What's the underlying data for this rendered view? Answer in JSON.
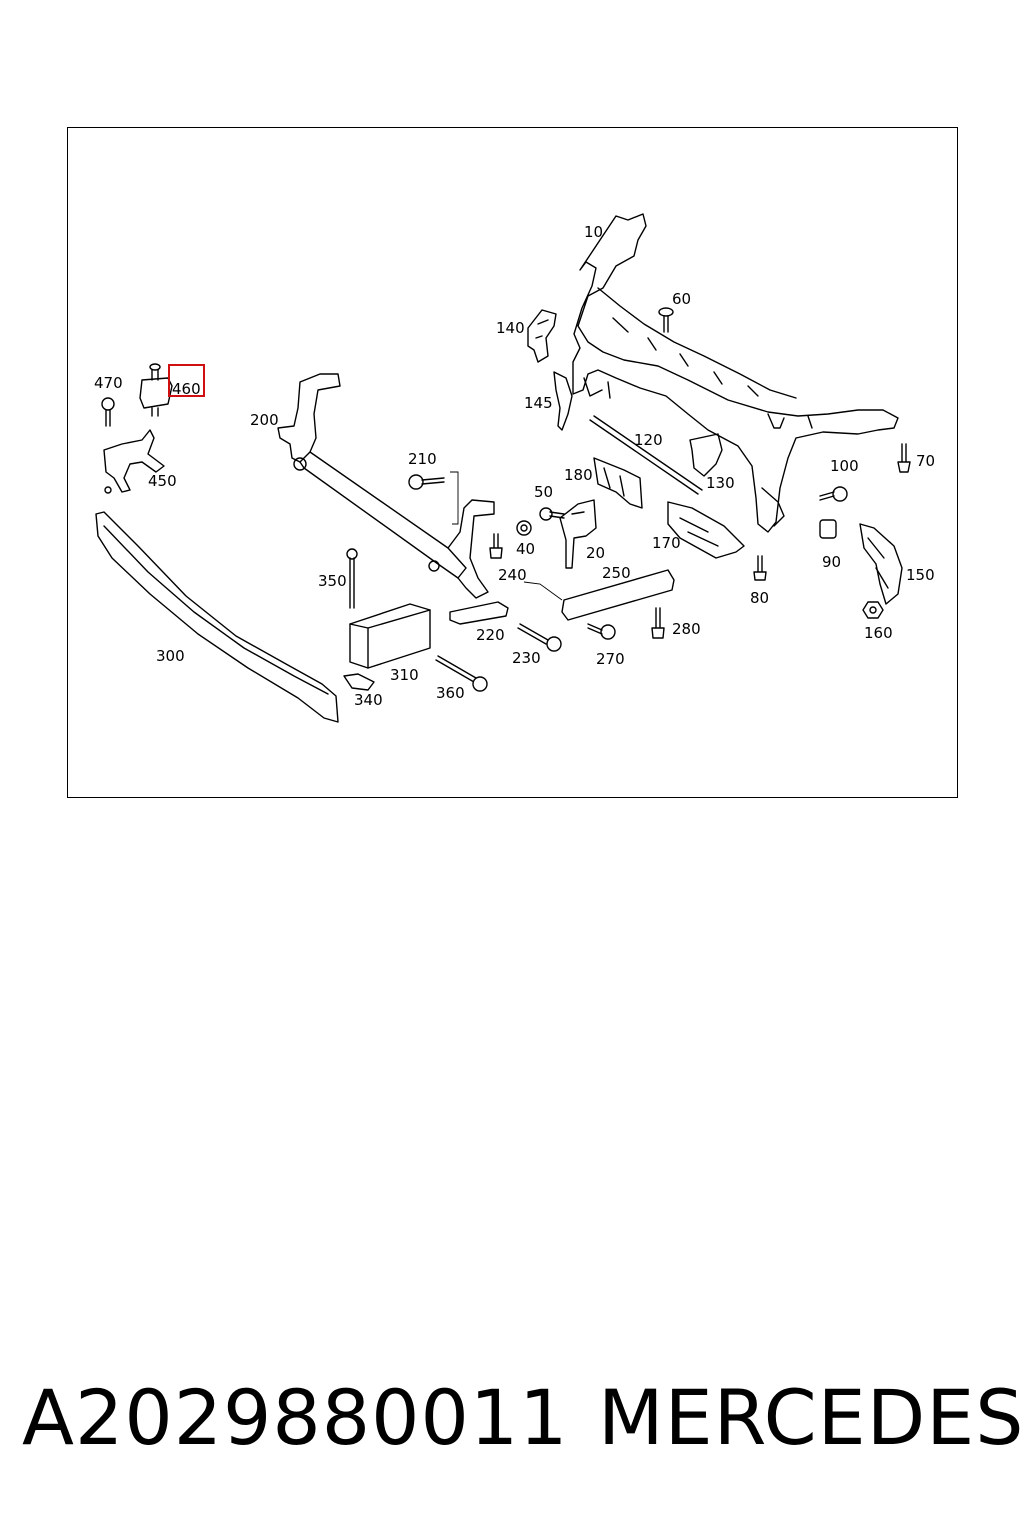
{
  "diagram": {
    "callouts": [
      {
        "id": "10",
        "label": "10"
      },
      {
        "id": "20",
        "label": "20"
      },
      {
        "id": "40",
        "label": "40"
      },
      {
        "id": "50",
        "label": "50"
      },
      {
        "id": "60",
        "label": "60"
      },
      {
        "id": "70",
        "label": "70"
      },
      {
        "id": "80",
        "label": "80"
      },
      {
        "id": "90",
        "label": "90"
      },
      {
        "id": "100",
        "label": "100"
      },
      {
        "id": "120",
        "label": "120"
      },
      {
        "id": "130",
        "label": "130"
      },
      {
        "id": "140",
        "label": "140"
      },
      {
        "id": "145",
        "label": "145"
      },
      {
        "id": "150",
        "label": "150"
      },
      {
        "id": "160",
        "label": "160"
      },
      {
        "id": "170",
        "label": "170"
      },
      {
        "id": "180",
        "label": "180"
      },
      {
        "id": "200",
        "label": "200"
      },
      {
        "id": "210",
        "label": "210"
      },
      {
        "id": "220",
        "label": "220"
      },
      {
        "id": "230",
        "label": "230"
      },
      {
        "id": "240",
        "label": "240"
      },
      {
        "id": "250",
        "label": "250"
      },
      {
        "id": "270",
        "label": "270"
      },
      {
        "id": "280",
        "label": "280"
      },
      {
        "id": "300",
        "label": "300"
      },
      {
        "id": "310",
        "label": "310"
      },
      {
        "id": "340",
        "label": "340"
      },
      {
        "id": "350",
        "label": "350"
      },
      {
        "id": "360",
        "label": "360"
      },
      {
        "id": "450",
        "label": "450"
      },
      {
        "id": "460",
        "label": "460",
        "highlighted": true
      },
      {
        "id": "470",
        "label": "470"
      }
    ],
    "highlight_color": "#d01010"
  },
  "footer": {
    "part_number": "A2029880011",
    "brand": "MERCEDES"
  }
}
